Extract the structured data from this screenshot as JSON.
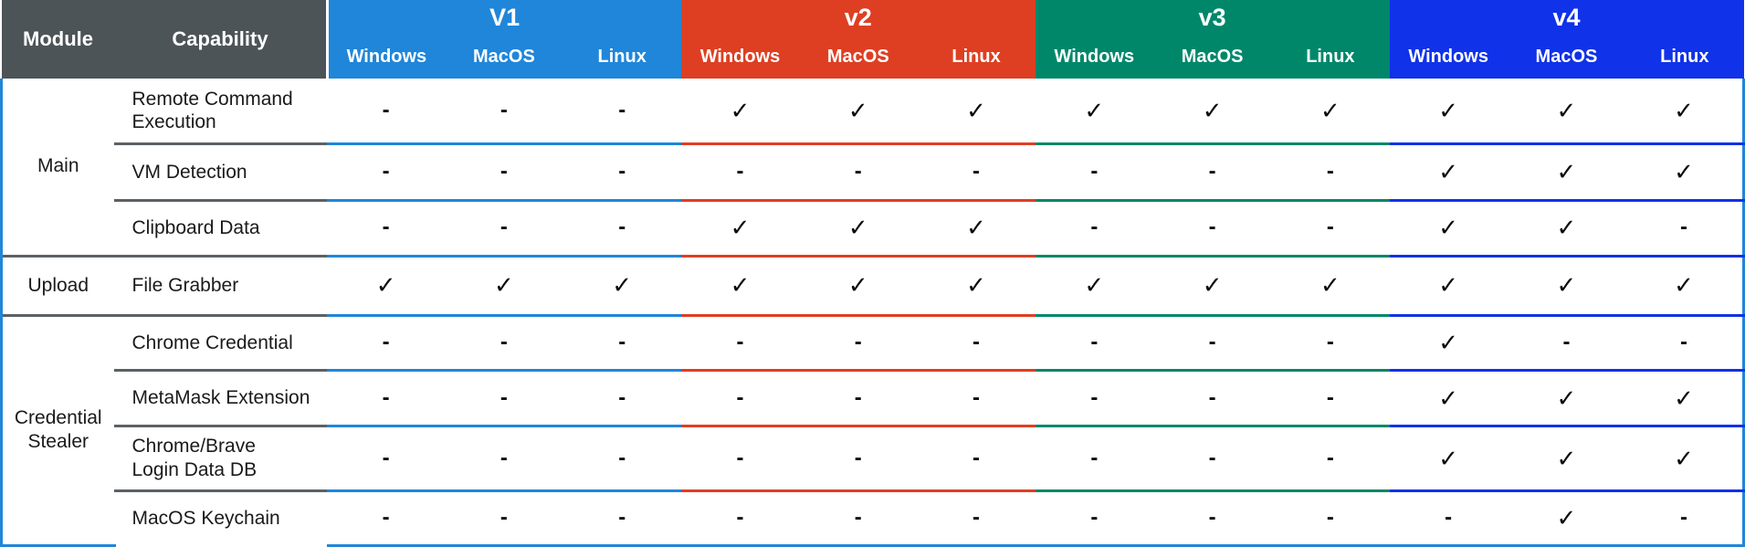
{
  "table": {
    "headers": {
      "module": "Module",
      "capability": "Capability",
      "os": [
        "Windows",
        "MacOS",
        "Linux"
      ]
    },
    "versions": [
      {
        "label": "V1",
        "color": "#2086d9"
      },
      {
        "label": "v2",
        "color": "#de3f22"
      },
      {
        "label": "v3",
        "color": "#00876a"
      },
      {
        "label": "v4",
        "color": "#1032e8"
      }
    ],
    "marks": {
      "yes": "✓",
      "no": "-"
    },
    "modules": [
      {
        "name": "Main",
        "rows": [
          {
            "capability": "Remote Command\nExecution",
            "capability_lines": [
              "Remote Command",
              "Execution"
            ],
            "values": [
              "-",
              "-",
              "-",
              "✓",
              "✓",
              "✓",
              "✓",
              "✓",
              "✓",
              "✓",
              "✓",
              "✓"
            ]
          },
          {
            "capability": "VM Detection",
            "capability_lines": [
              "VM Detection"
            ],
            "values": [
              "-",
              "-",
              "-",
              "-",
              "-",
              "-",
              "-",
              "-",
              "-",
              "✓",
              "✓",
              "✓"
            ]
          },
          {
            "capability": "Clipboard Data",
            "capability_lines": [
              "Clipboard Data"
            ],
            "values": [
              "-",
              "-",
              "-",
              "✓",
              "✓",
              "✓",
              "-",
              "-",
              "-",
              "✓",
              "✓",
              "-"
            ]
          }
        ]
      },
      {
        "name": "Upload",
        "rows": [
          {
            "capability": "File Grabber",
            "capability_lines": [
              "File Grabber"
            ],
            "values": [
              "✓",
              "✓",
              "✓",
              "✓",
              "✓",
              "✓",
              "✓",
              "✓",
              "✓",
              "✓",
              "✓",
              "✓"
            ]
          }
        ]
      },
      {
        "name": "Credential Stealer",
        "name_lines": [
          "Credential",
          "Stealer"
        ],
        "rows": [
          {
            "capability": "Chrome Credential",
            "capability_lines": [
              "Chrome Credential"
            ],
            "values": [
              "-",
              "-",
              "-",
              "-",
              "-",
              "-",
              "-",
              "-",
              "-",
              "✓",
              "-",
              "-"
            ]
          },
          {
            "capability": "MetaMask Extension",
            "capability_lines": [
              "MetaMask Extension"
            ],
            "values": [
              "-",
              "-",
              "-",
              "-",
              "-",
              "-",
              "-",
              "-",
              "-",
              "✓",
              "✓",
              "✓"
            ]
          },
          {
            "capability": "Chrome/Brave\nLogin Data DB",
            "capability_lines": [
              "Chrome/Brave",
              "Login Data DB"
            ],
            "values": [
              "-",
              "-",
              "-",
              "-",
              "-",
              "-",
              "-",
              "-",
              "-",
              "✓",
              "✓",
              "✓"
            ]
          },
          {
            "capability": "MacOS Keychain",
            "capability_lines": [
              "MacOS Keychain"
            ],
            "values": [
              "-",
              "-",
              "-",
              "-",
              "-",
              "-",
              "-",
              "-",
              "-",
              "-",
              "✓",
              "-"
            ]
          }
        ]
      }
    ]
  }
}
